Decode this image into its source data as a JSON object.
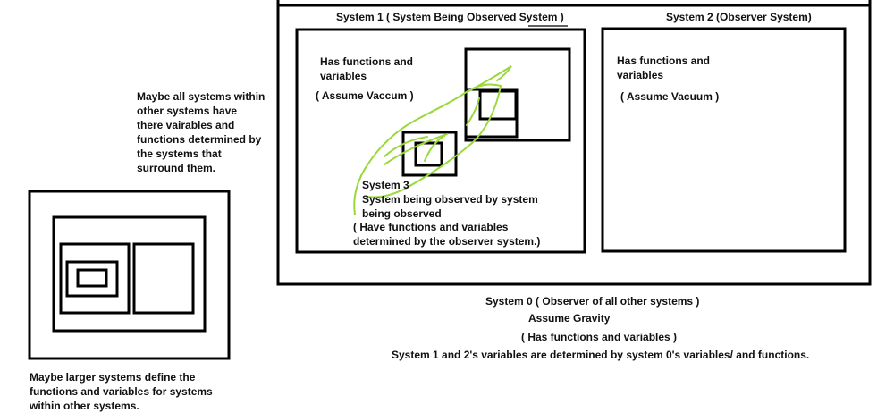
{
  "colors": {
    "stroke": "#000000",
    "scribble": "#9ad93a",
    "text": "#111111"
  },
  "system1": {
    "title": "System 1 ( System Being Observed System )",
    "description": "Has functions and\nvariables",
    "assumption": "( Assume Vaccum )"
  },
  "system2": {
    "title": "System 2 (Observer System)",
    "description": "Has functions and\nvariables",
    "assumption": "( Assume Vacuum )"
  },
  "system3": {
    "title": "System 3",
    "description": "System being observed by system\nbeing observed",
    "note": "( Have functions and variables\ndetermined by the observer system.)"
  },
  "system0": {
    "title": "System 0 ( Observer of all other systems )",
    "assumption": "Assume Gravity",
    "description": "( Has functions and variables )",
    "note": "System 1 and 2's variables are determined by system 0's variables/ and functions."
  },
  "side_notes": {
    "top": "Maybe all systems within\nother systems have\nthere vairables and\nfunctions determined by\nthe systems that\nsurround them.",
    "bottom": "Maybe larger systems define the\nfunctions and variables for systems\nwithin other systems."
  }
}
